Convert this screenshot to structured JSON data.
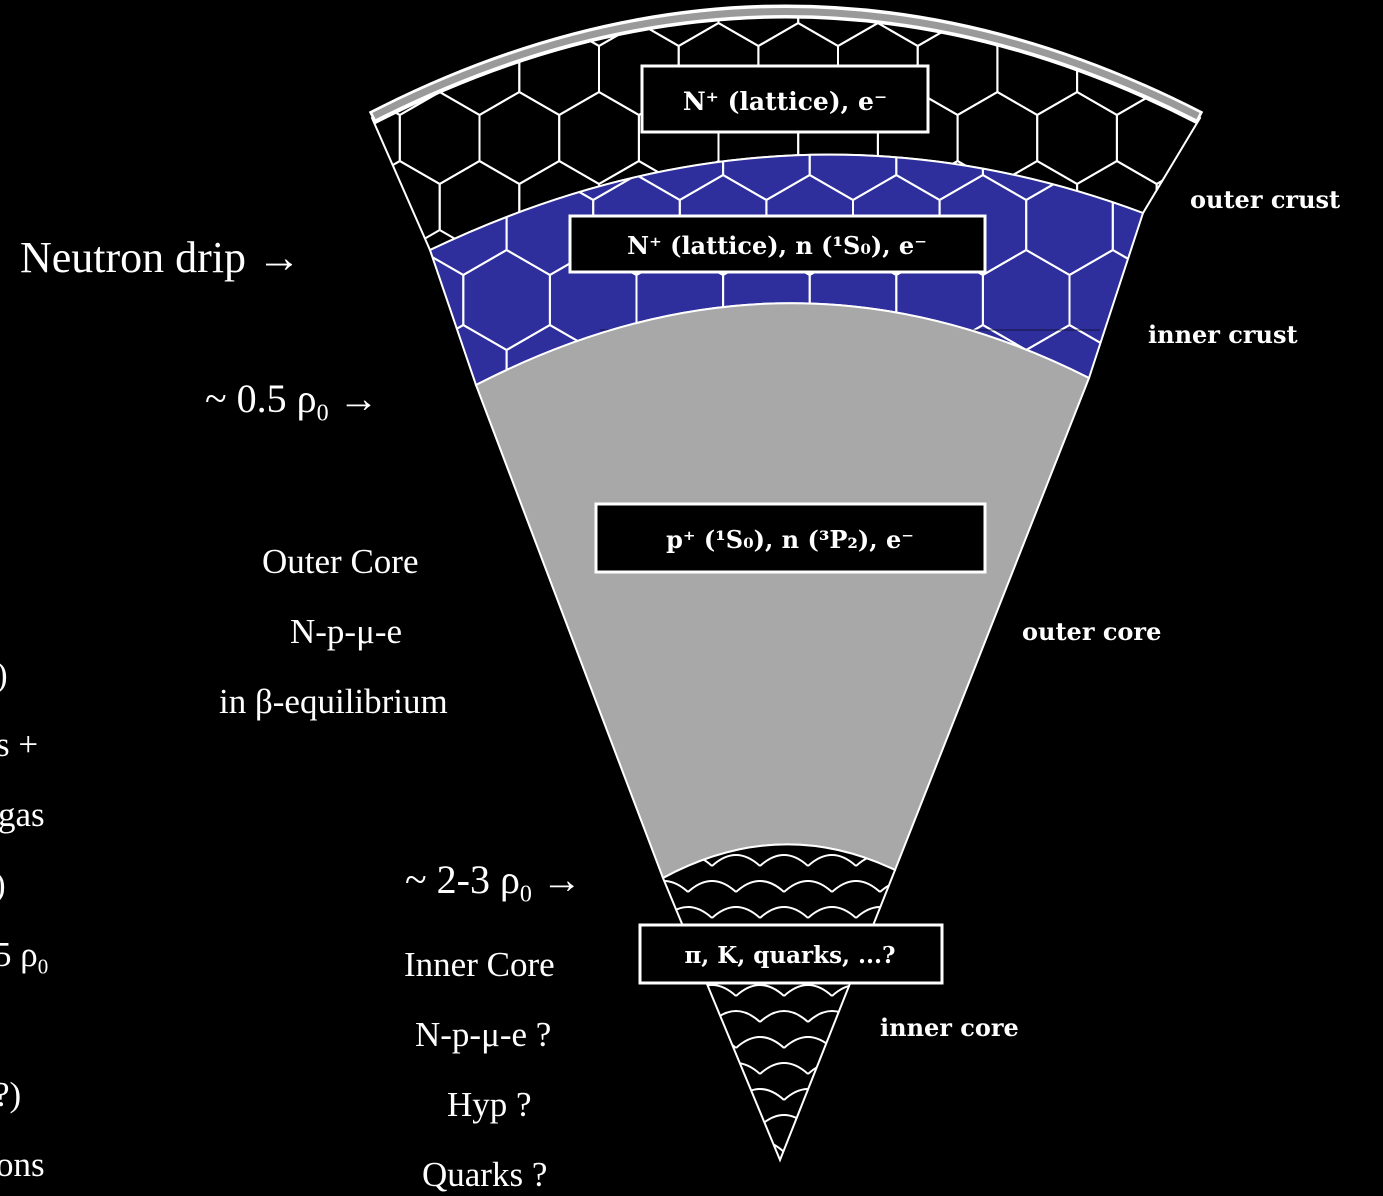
{
  "left_partial_text": [
    ")",
    "s +",
    "gas",
    ")",
    "5 ρ",
    "?)",
    "ons"
  ],
  "left_partial_subscript": "0",
  "boundaries": {
    "neutron_drip": "Neutron drip →",
    "half_rho": {
      "prefix": "~ 0.5 ρ",
      "sub": "0",
      "suffix": " →"
    },
    "two_three_rho": {
      "prefix": "~ 2-3 ρ",
      "sub": "0",
      "suffix": " →"
    }
  },
  "outer_core_desc": [
    "Outer  Core",
    "N-p-μ-e",
    "in β-equilibrium"
  ],
  "inner_core_desc": [
    "Inner Core",
    "N-p-μ-e ?",
    "Hyp ?",
    "Quarks ?"
  ],
  "layer_labels": {
    "outer_crust": "outer crust",
    "inner_crust": "inner crust",
    "outer_core": "outer core",
    "inner_core": "inner core"
  },
  "boxes": {
    "outer_crust": "N⁺ (lattice), e⁻",
    "inner_crust": "N⁺ (lattice), n (¹S₀), e⁻",
    "outer_core": "p⁺ (¹S₀), n (³P₂), e⁻",
    "inner_core": "π, K, quarks, ...?"
  },
  "colors": {
    "background": "#000000",
    "outer_crust": "#000000",
    "inner_crust": "#2e2e9c",
    "outer_core": "#a8a8a8",
    "surface": "#9a9a9a",
    "lines": "#ffffff"
  }
}
